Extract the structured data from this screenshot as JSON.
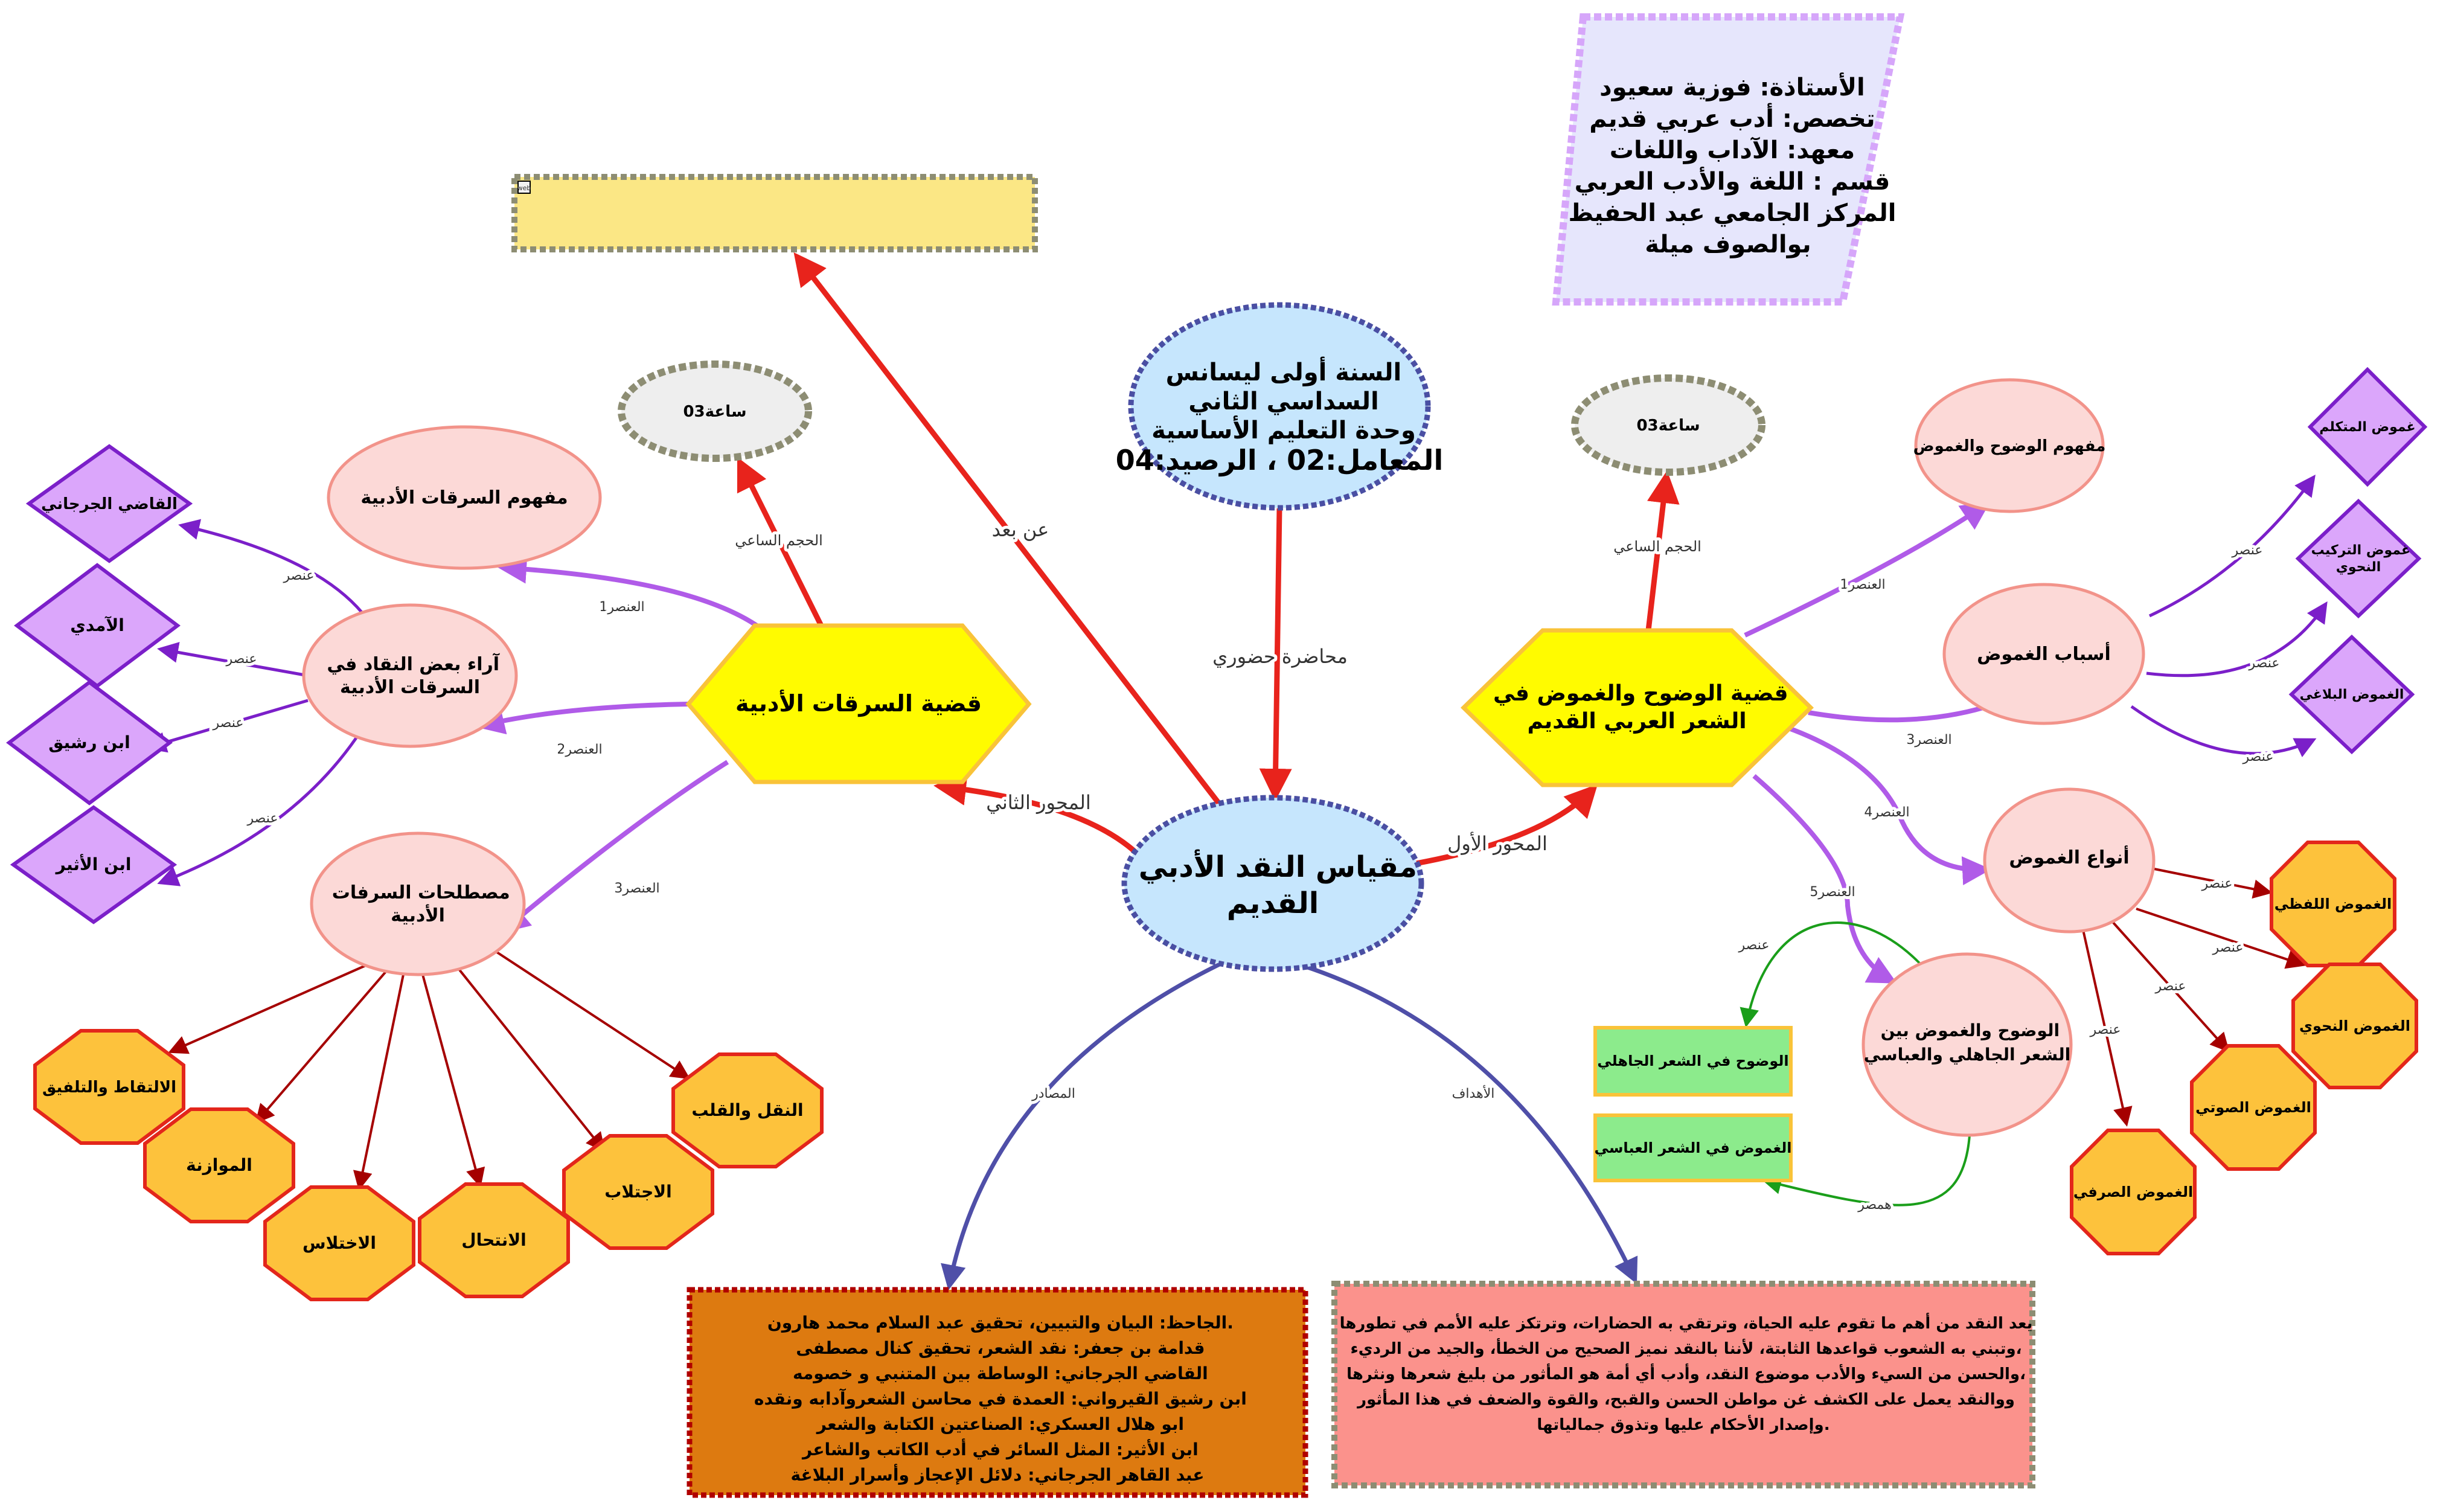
{
  "teacher_card": {
    "lines": [
      "الأستاذة: فوزية سعيود",
      "تخصص: أدب عربي قديم",
      "معهد: الآداب واللغات",
      "قسم : اللغة والأدب العربي",
      "المركز الجامعي عبد الحفيظ",
      "بوالصوف ميلة"
    ]
  },
  "web_box": {
    "badge": "web"
  },
  "course_info": {
    "lines": [
      "السنة أولى ليسانس",
      "السداسي الثاني",
      "وحدة التعليم الأساسية",
      "المعامل:02 ، الرصيد:04"
    ]
  },
  "central": {
    "lines": [
      "مقياس النقد الأدبي",
      "القديم"
    ]
  },
  "axis_two": {
    "lines": [
      "قضية السرقات الأدبية"
    ]
  },
  "axis_one": {
    "lines": [
      "قضية الوضوح والغموض في",
      "الشعر العربي القديم"
    ]
  },
  "hours_left": "ساعة03",
  "hours_right": "ساعة03",
  "left_elements": {
    "concept": [
      "مفهوم السرقات الأدبية"
    ],
    "opinions": [
      "آراء بعض النقاد في",
      "السرقات الأدبية"
    ],
    "terms": [
      "مصطلحات السرفات",
      "الأدبية"
    ]
  },
  "critics": [
    "القاضي الجرجاني",
    "الآمدي",
    "ابن رشيق",
    "ابن الأثير"
  ],
  "term_types": [
    "الالتقاط والتلفيق",
    "الموازنة",
    "الاختلاس",
    "الانتحال",
    "الاجتلاب",
    "النقل والقلب"
  ],
  "right_elements": {
    "concept": [
      "مفهوم الوضوح والغموض"
    ],
    "causes": [
      "أسباب الغموض"
    ],
    "types": [
      "أنواع الغموض"
    ],
    "between": [
      "الوضوح والغموض بين",
      "الشعر الجاهلي والعباسي"
    ]
  },
  "causes_items": [
    [
      "غموض المتكلم"
    ],
    [
      "غموض التركيب",
      "النحوي"
    ],
    [
      "الغموض البلاغي"
    ]
  ],
  "types_items": [
    "الغموض اللفظي",
    "الغموض النحوي",
    "الغموض الصوتي",
    "الغموض الصرفي"
  ],
  "era_boxes": [
    "الوضوح في الشعر الجاهلي",
    "الغموض في الشعر العباسي"
  ],
  "sources_box": {
    "lines": [
      ".الجاحظ: البيان والتبيين، تحقيق عبد السلام محمد هارون",
      "قدامة بن جعفر: نقد الشعر، تحقيق كنال مصطفى",
      "القاضي الجرجاني: الوساطة بين  المتنبي و خصومه",
      "ابن رشيق القيرواني: العمدة في محاسن الشعروآدابه ونقده",
      "ابو هلال العسكري: الصناعتين الكتابة والشعر",
      "ابن الأثير: المثل السائر في أدب الكاتب والشاعر",
      "عبد القاهر الجرجاني: دلائل الإعجاز وأسرار البلاغة"
    ]
  },
  "goals_box": {
    "lines": [
      "يعد النقد من أهم ما تقوم عليه الحياة، وترتقي به الحضارات، وترتكز عليه الأمم في تطورها",
      "،وتبني به الشعوب قواعدها الثابتة، لأننا بالنقد نميز الصحيح من الخطأ، والجيد من الرديء",
      "،والحسن من السيء والأدب موضوع النقد، وأدب  أي أمة هو  المأثور من بليغ شعرها ونثرها",
      "ووالنقد يعمل على الكشف غن مواطن الحسن والقبح، والقوة والضعف في هذا المأثور",
      ".وإصدار الأحكام عليها وتذوق جمالياتها"
    ]
  },
  "edge_labels": [
    "محاضرة حضوري",
    "عن بعد",
    "المحور الثاني",
    "المحور الأول",
    "المصادر",
    "الأهداف",
    "الحجم الساعي",
    "الحجم الساعي",
    "العنصر1",
    "العنصر2",
    "العنصر3",
    "عنصر",
    "عنصر",
    "عنصر",
    "عنصر",
    "العنصر1",
    "العنصر3",
    "العنصر4",
    "العنصر5",
    "عنصر",
    "عنصر",
    "عنصر",
    "عنصر",
    "عنصر",
    "عنصر",
    "عنصر",
    "عنصر",
    "همصر"
  ],
  "colors": {
    "edge_red": "#e8231c",
    "edge_purple": "#b05be8",
    "hexagon_yellow": "#fffb00",
    "node_pink": "#fcd9d7",
    "octagon_orange": "#fdc23c",
    "diamond_violet": "#dba6fb",
    "central_blue": "#c6e6fd",
    "sources_orange": "#dd7a10",
    "goals_pink": "#fb928c"
  }
}
